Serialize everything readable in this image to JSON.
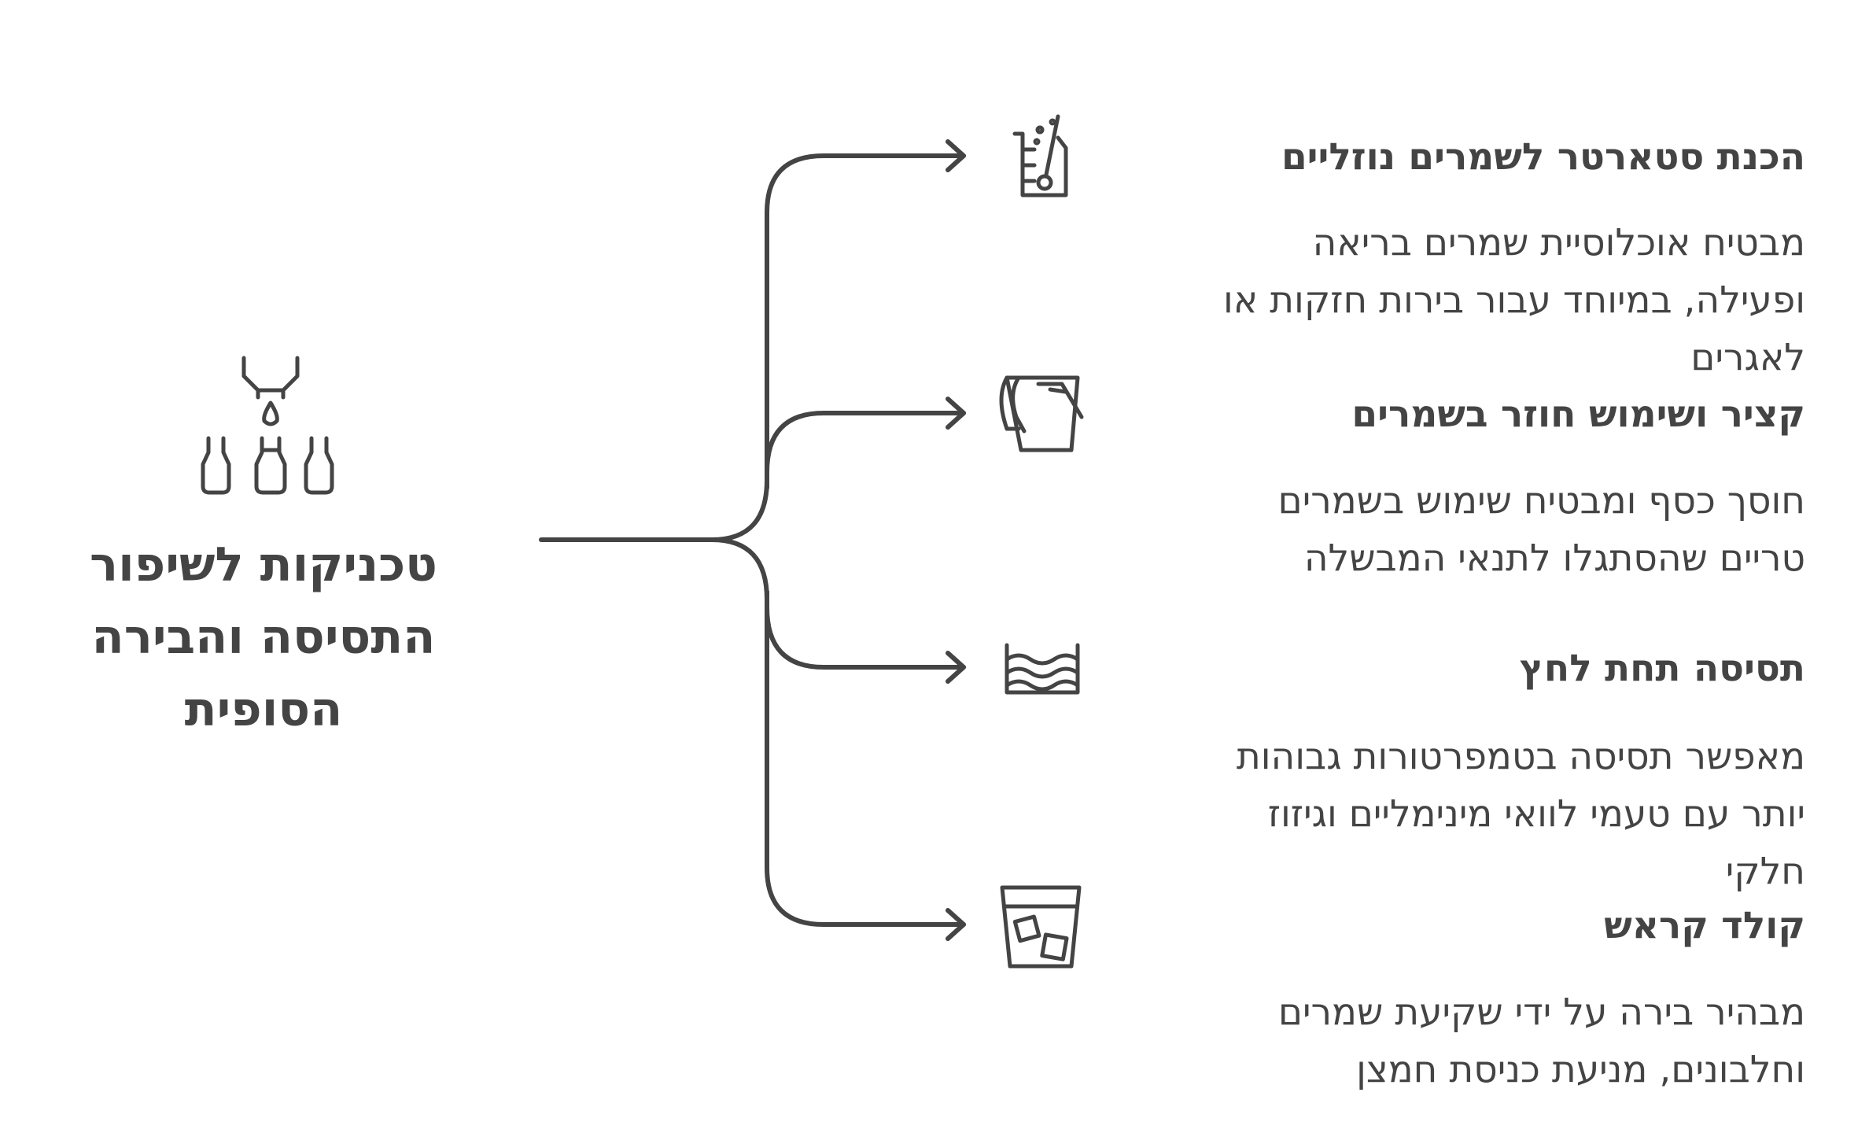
{
  "title": "טכניקות לשיפור\nהתסיסה והבירה\nהסופית",
  "branches": [
    {
      "title": "הכנת סטארטר לשמרים נוזליים",
      "description": "מבטיח אוכלוסיית שמרים בריאה\nופעילה, במיוחד עבור בירות חזקות או\nלאגרים",
      "icon": "beaker-icon"
    },
    {
      "title": "קציר ושימוש חוזר בשמרים",
      "description": "חוסך כסף ומבטיח שימוש בשמרים\nטריים שהסתגלו לתנאי המבשלה",
      "icon": "bucket-icon"
    },
    {
      "title": "תסיסה תחת לחץ",
      "description": "מאפשר תסיסה בטמפרטורות גבוהות\nיותר עם טעמי לוואי מינימליים וגיזוז\nחלקי",
      "icon": "water-waves-icon"
    },
    {
      "title": "קולד קראש",
      "description": "מבהיר בירה על ידי שקיעת שמרים\nוחלבונים, מניעת כניסת חמצן",
      "icon": "ice-glass-icon"
    }
  ],
  "colors": {
    "ink": "#444444",
    "background": "#ffffff"
  },
  "central_icon": "bottle-filling-icon"
}
